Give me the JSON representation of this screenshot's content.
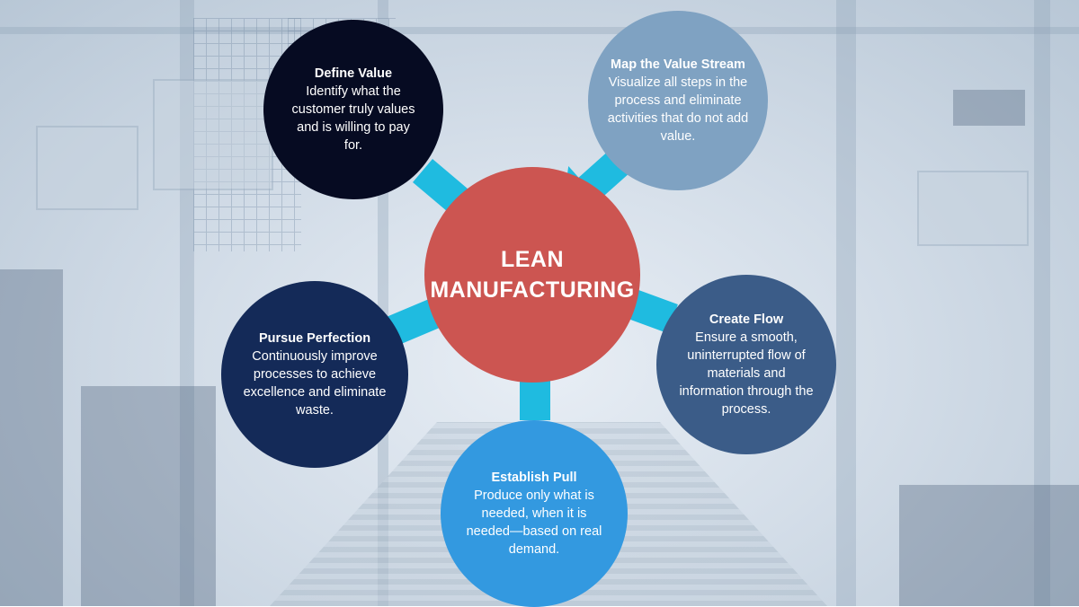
{
  "diagram": {
    "center": {
      "line1": "LEAN",
      "line2": "MANUFACTURING",
      "color": "#cc5551"
    },
    "arrow_color": "#1fbbe0",
    "nodes": [
      {
        "key": "define_value",
        "title": "Define Value",
        "desc": "Identify what the customer truly values and is willing to pay for.",
        "color": "#060b22"
      },
      {
        "key": "map_value_stream",
        "title": "Map the Value Stream",
        "desc": "Visualize all steps in the process and eliminate activities that do not add value.",
        "color": "#7fa2c2"
      },
      {
        "key": "create_flow",
        "title": "Create Flow",
        "desc": "Ensure a smooth, uninterrupted flow of materials and information through the process.",
        "color": "#3b5c88"
      },
      {
        "key": "establish_pull",
        "title": "Establish Pull",
        "desc": "Produce only what is needed, when it is needed—based on real demand.",
        "color": "#3399e0"
      },
      {
        "key": "pursue_perfection",
        "title": "Pursue Perfection",
        "desc": "Continuously improve processes to achieve excellence and eliminate waste.",
        "color": "#142a58"
      }
    ]
  }
}
